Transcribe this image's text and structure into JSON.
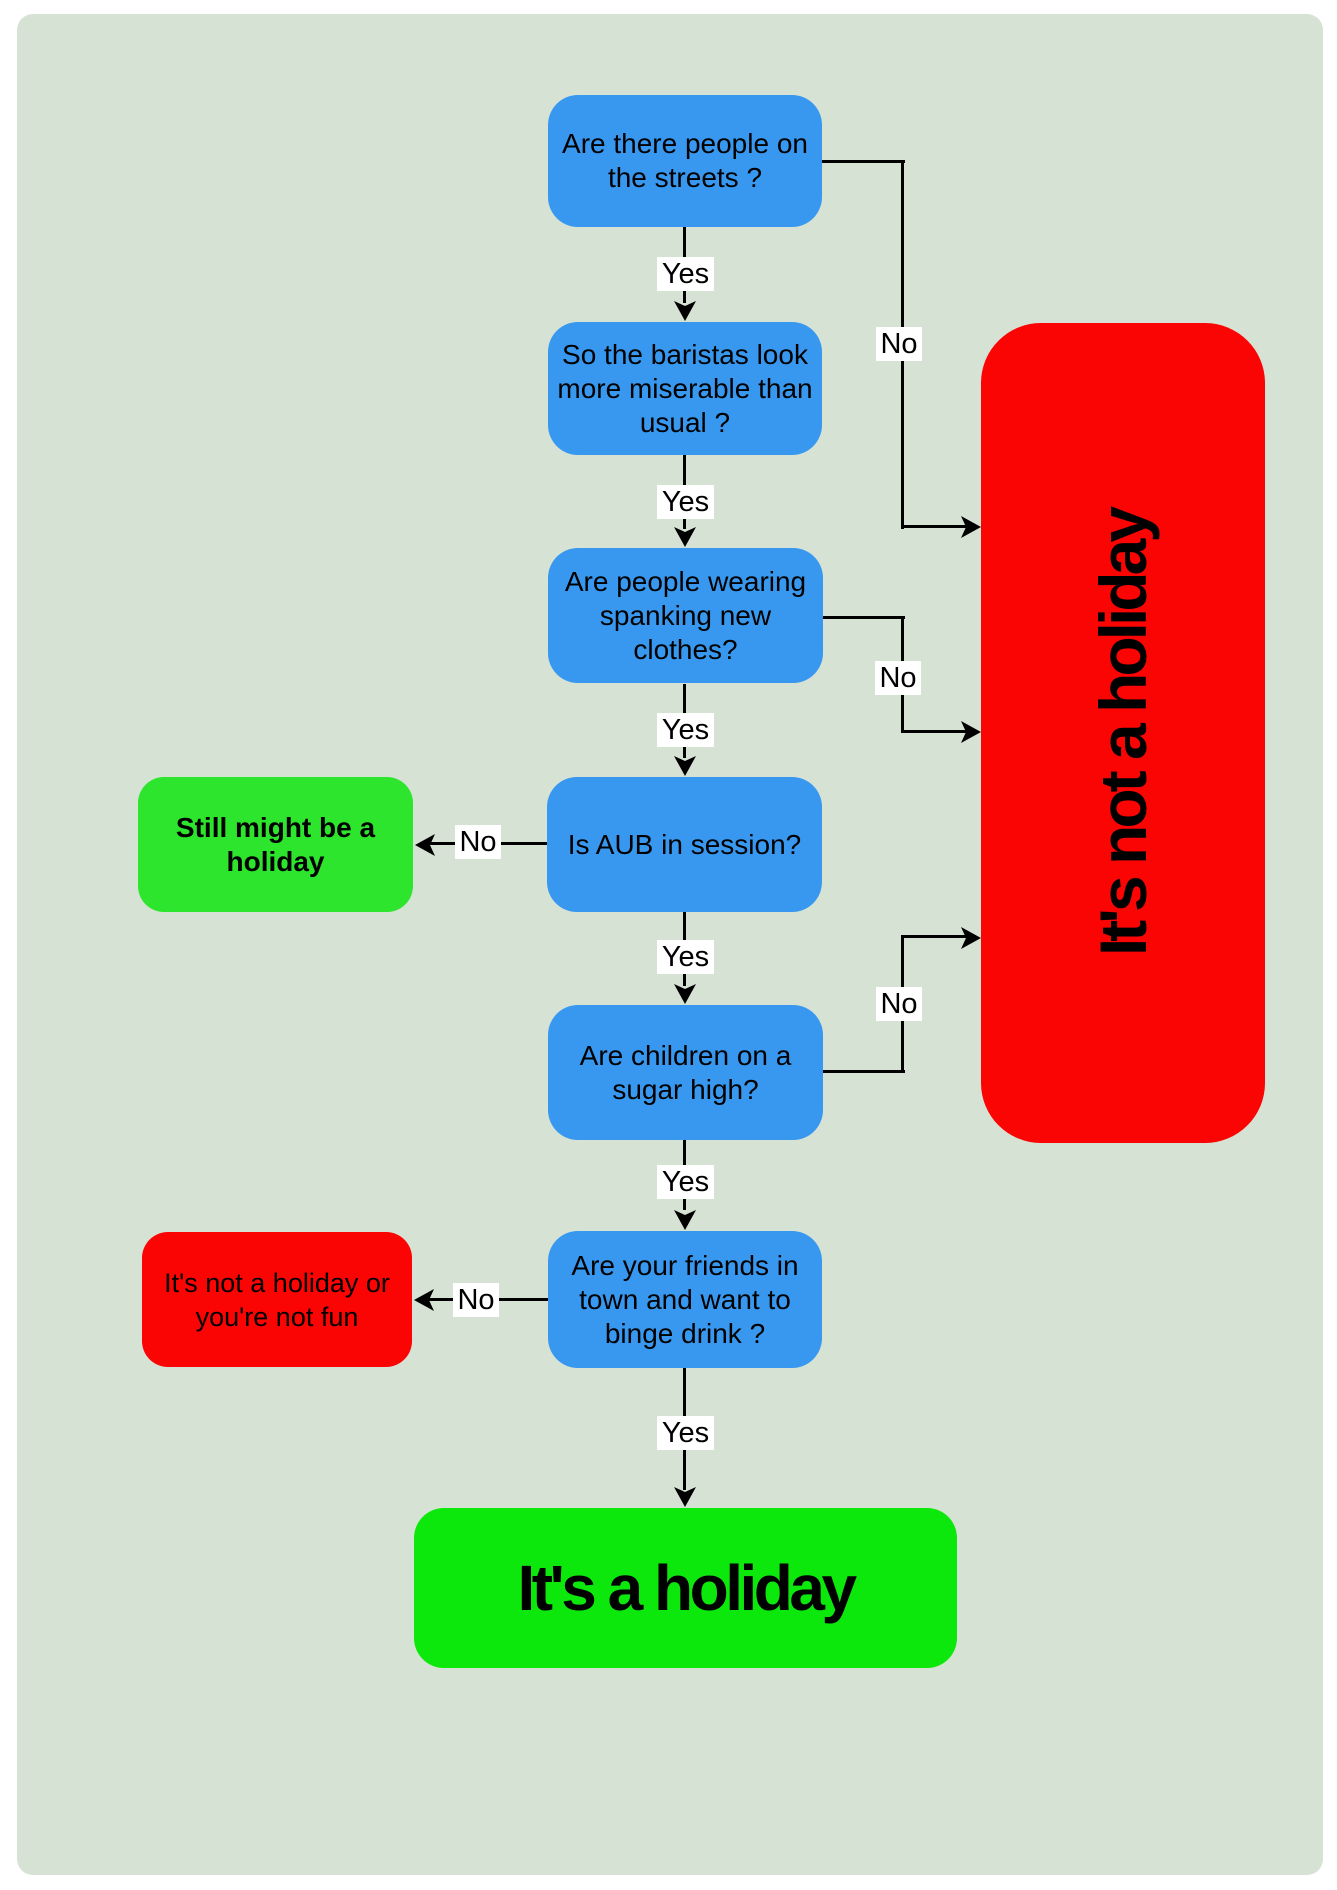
{
  "flowchart": {
    "edge_labels": {
      "yes": "Yes",
      "no": "No"
    },
    "colors": {
      "canvas_background": "#d6e2d4",
      "question_box": "#3898f0",
      "outcome_negative": "#fb0404",
      "outcome_maybe": "#2ce52c",
      "outcome_positive": "#0ce80c",
      "connector_line": "#000000",
      "edge_label_background": "#ffffff"
    },
    "questions": [
      {
        "label": "Are there people on\nthe streets ?"
      },
      {
        "label": "So the baristas look\nmore miserable than\nusual ?"
      },
      {
        "label": "Are people wearing\nspanking new\nclothes?"
      },
      {
        "label": "Is AUB in session?"
      },
      {
        "label": "Are children on a\nsugar high?"
      },
      {
        "label": "Are your friends in\ntown and want to\nbinge drink ?"
      }
    ],
    "outcomes": {
      "still_might": {
        "label": "Still might be a\nholiday"
      },
      "not_holiday": {
        "label": "It's not a holiday"
      },
      "not_holiday_or_not_fun": {
        "label": "It's not a holiday or\nyou're not fun"
      },
      "holiday": {
        "label": "It's a holiday"
      }
    }
  }
}
